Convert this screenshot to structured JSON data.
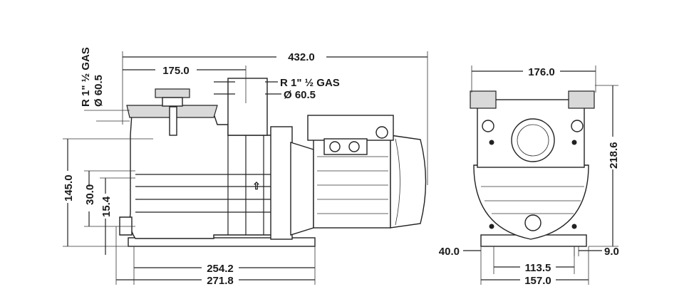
{
  "drawing": {
    "overall_length": "432.0",
    "inlet_spacing": "175.0",
    "outlet_thread": "R 1\"  ½  GAS",
    "outlet_diameter": "Ø 60.5",
    "inlet_thread": "R 1\"  ½  GAS",
    "inlet_diameter": "Ø 60.5",
    "height_left": "145.0",
    "inlet_height": "30.0",
    "base_height": "15.4",
    "base_length": "254.2",
    "total_base_length": "271.8",
    "front_width": "176.0",
    "front_height": "218.6",
    "foot_offset": "40.0",
    "hole_spacing": "113.5",
    "foot_width": "157.0",
    "hole_diameter": "9.0",
    "flow_arrow": "⇧"
  }
}
